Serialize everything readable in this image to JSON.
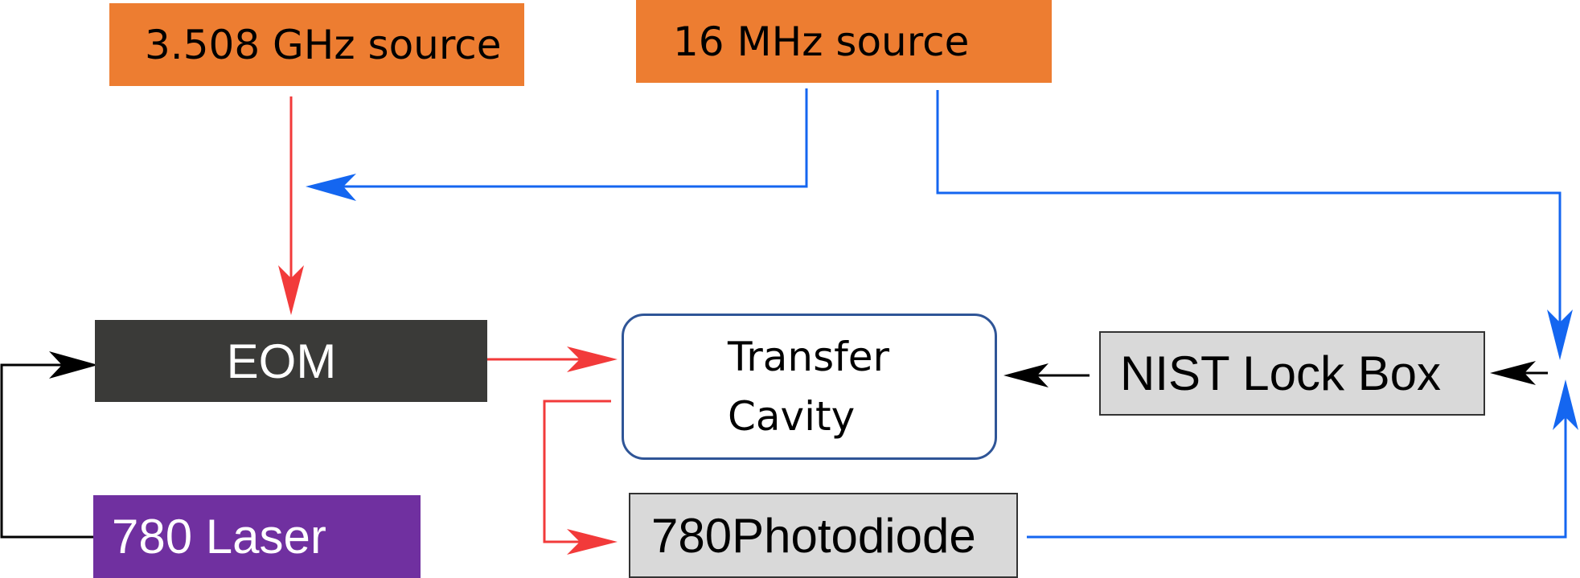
{
  "blocks": {
    "ghz_source": {
      "label": "3.508 GHz source"
    },
    "mhz_source": {
      "label": "16 MHz source"
    },
    "eom": {
      "label": "EOM"
    },
    "transfer_cavity": {
      "line1": "Transfer",
      "line2": "Cavity"
    },
    "nist_lock_box": {
      "label": "NIST Lock Box"
    },
    "laser": {
      "label": "780 Laser"
    },
    "photodiode": {
      "label": "780Photodiode"
    }
  },
  "colors": {
    "source_fill": "#ED7D31",
    "eom_fill": "#3A3A38",
    "laser_fill": "#7030A0",
    "gray_fill": "#D9D9D9",
    "cavity_border": "#2F5597",
    "red_line": "#F23A3A",
    "blue_line": "#1466F0",
    "black_line": "#000000"
  }
}
